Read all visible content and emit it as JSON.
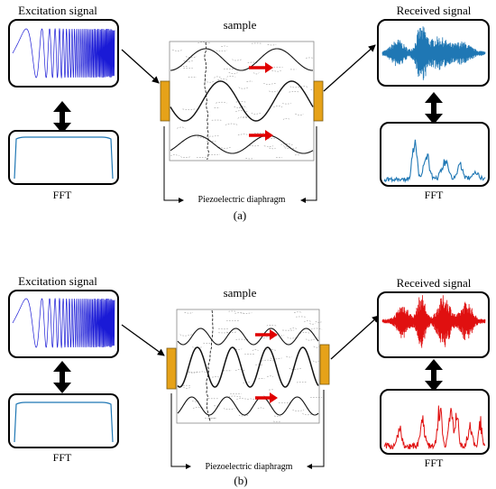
{
  "panel_a": {
    "excitation_title": "Excitation signal",
    "fft_left_label": "FFT",
    "sample_title": "sample",
    "received_title": "Received signal",
    "fft_right_label": "FFT",
    "diaphragm_label": "Piezoelectric diaphragm",
    "caption": "(a)",
    "received_color": "#1f77b4",
    "fft_right_color": "#1f77b4"
  },
  "panel_b": {
    "excitation_title": "Excitation signal",
    "fft_left_label": "FFT",
    "sample_title": "sample",
    "received_title": "Received signal",
    "fft_right_label": "FFT",
    "diaphragm_label": "Piezoelectric diaphragm",
    "caption": "(b)",
    "received_color": "#e01010",
    "fft_right_color": "#e01010"
  },
  "colors": {
    "chirp": "#1a1ad6",
    "fft_left": "#1f77b4",
    "transducer": "#e6a219",
    "wave_arrow": "#e00000"
  }
}
